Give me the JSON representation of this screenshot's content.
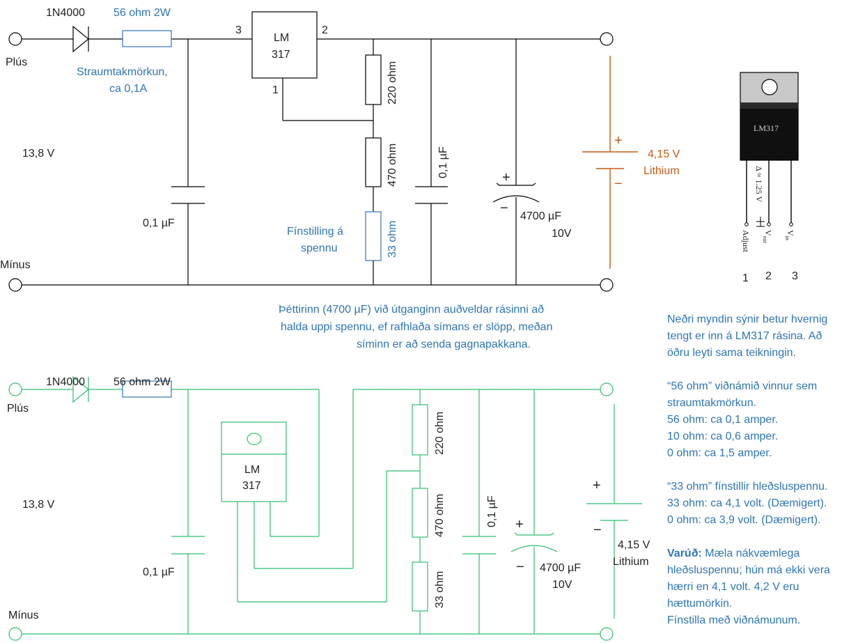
{
  "colors": {
    "wire_top": "#000000",
    "wire_bottom": "#2ebd6e",
    "note_blue": "#2e75b6",
    "battery_brown": "#c55a11"
  },
  "top": {
    "diode": "1N4000",
    "resistor_in": "56 ohm 2W",
    "plus": "Plús",
    "minus": "Mínus",
    "voltage_in": "13,8 V",
    "current_limit": [
      "Straumtakmörkun,",
      "ca 0,1A"
    ],
    "regulator": [
      "LM",
      "317"
    ],
    "pin3": "3",
    "pin2": "2",
    "pin1": "1",
    "r220": "220 ohm",
    "r470": "470 ohm",
    "r33": "33 ohm",
    "fine_tune": [
      "Fínstilling á",
      "spennu"
    ],
    "c_in": "0,1 µF",
    "c_out": "0,1 µF",
    "c_big": [
      "4700 µF",
      "10V"
    ],
    "cap_plus": "+",
    "cap_minus": "−",
    "batt_plus": "+",
    "batt_minus": "−",
    "battery": [
      "4,15 V",
      "Lithium"
    ]
  },
  "caption_mid": [
    "Þéttirinn (4700 µF) við útganginn auðveldar rásinni að",
    "halda uppi spennu, ef rafhlaða símans er slöpp, meðan",
    "síminn er að senda gagnapakkana."
  ],
  "package": {
    "label": "LM317",
    "delta": "Δ ≈ 1.25 V",
    "adjust": "Adjust",
    "vout": "V",
    "vout_sub": "out",
    "vin": "V",
    "vin_sub": "in",
    "pins": [
      "1",
      "2",
      "3"
    ]
  },
  "bottom": {
    "diode": "1N4000",
    "resistor_in": "56 ohm 2W",
    "plus": "Plús",
    "minus": "Mínus",
    "voltage_in": "13,8 V",
    "regulator": [
      "LM",
      "317"
    ],
    "r220": "220 ohm",
    "r470": "470 ohm",
    "r33": "33 ohm",
    "c_in": "0,1 µF",
    "c_out": "0,1 µF",
    "c_big": [
      "4700 µF",
      "10V"
    ],
    "cap_plus": "+",
    "cap_minus": "−",
    "batt_plus": "+",
    "batt_minus": "−",
    "battery": [
      "4,15 V",
      "Lithium"
    ]
  },
  "notes": {
    "p1": [
      "Neðri myndin sýnir betur hvernig",
      "tengt er inn á LM317 rásina. Að",
      "öðru leyti sama teikningin."
    ],
    "p2": [
      "“56 ohm” viðnámið vinnur sem",
      "straumtakmörkun.",
      "56 ohm: ca 0,1 amper.",
      "10 ohm: ca 0,6 amper.",
      "0 ohm: ca 1,5 amper."
    ],
    "p3": [
      "“33 ohm” fínstillir hleðsluspennu.",
      "33 ohm: ca 4,1 volt. (Dæmigert).",
      "0 ohm: ca 3,9 volt. (Dæmigert)."
    ],
    "warn_bold": "Varúð:",
    "p4": [
      " Mæla nákvæmlega",
      "hleðsluspennu; hún má ekki vera",
      "hærri en 4,1 volt.  4,2 V eru",
      "hættumörkin.",
      "Fínstilla með viðnámunum."
    ]
  }
}
